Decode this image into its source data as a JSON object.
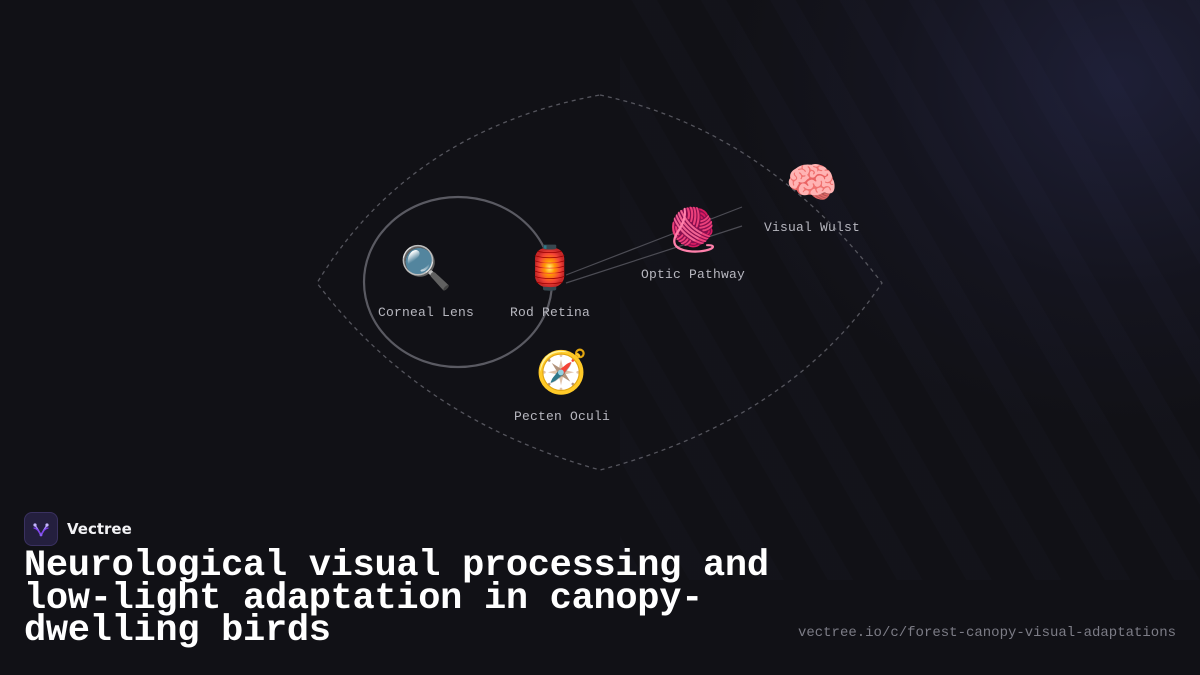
{
  "diagram": {
    "nodes": [
      {
        "id": "corneal-lens",
        "label": "Corneal Lens",
        "icon": "magnifying-glass-icon",
        "glyph": "🔍"
      },
      {
        "id": "rod-retina",
        "label": "Rod Retina",
        "icon": "lantern-icon",
        "glyph": "🏮"
      },
      {
        "id": "pecten-oculi",
        "label": "Pecten Oculi",
        "icon": "compass-icon",
        "glyph": "🧭"
      },
      {
        "id": "optic-pathway",
        "label": "Optic Pathway",
        "icon": "yarn-ball-icon",
        "glyph": "🧶"
      },
      {
        "id": "visual-wulst",
        "label": "Visual Wulst",
        "icon": "brain-icon",
        "glyph": "🧠"
      }
    ],
    "edges": [
      {
        "from": "rod-retina",
        "to": "optic-pathway"
      },
      {
        "from": "rod-retina",
        "to": "visual-wulst"
      }
    ],
    "colors": {
      "background": "#111116",
      "outline": "#5a5a62",
      "label": "#b7b7bf",
      "accent": "#8b5cf6"
    }
  },
  "brand": {
    "name": "Vectree",
    "logo_icon": "vectree-logo-icon"
  },
  "title": "Neurological visual processing and low-light adaptation in canopy-dwelling birds",
  "url": "vectree.io/c/forest-canopy-visual-adaptations"
}
